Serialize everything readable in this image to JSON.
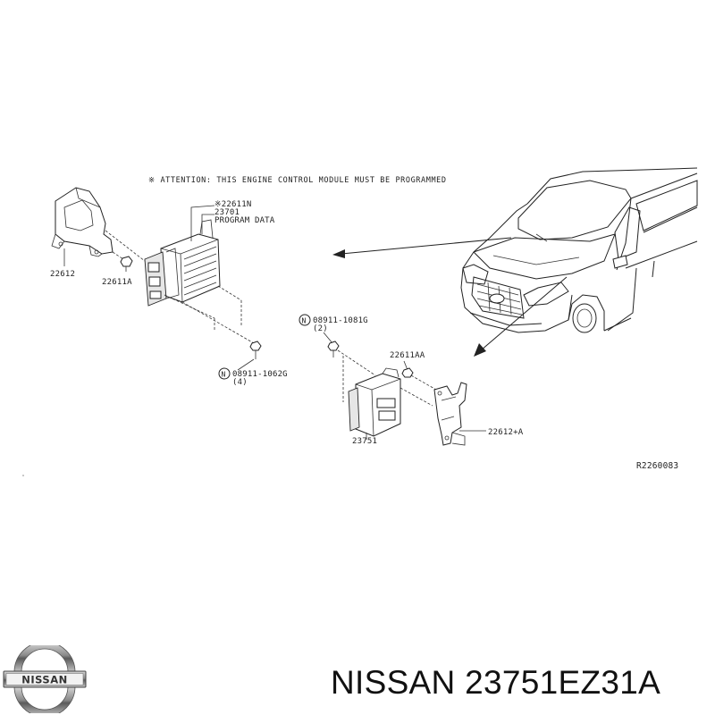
{
  "diagram": {
    "attention_note": "※ ATTENTION: THIS ENGINE CONTROL MODULE MUST BE PROGRAMMED",
    "labels": {
      "part_22612": "22612",
      "part_22611A": "22611A",
      "part_22611N": "※22611N",
      "part_23701": "23701",
      "program_data": "PROGRAM DATA",
      "bolt_1062g_symbol": "N",
      "bolt_1062g": "08911-1062G",
      "bolt_1062g_qty": "(4)",
      "bolt_1081g_symbol": "N",
      "bolt_1081g": "08911-1081G",
      "bolt_1081g_qty": "(2)",
      "part_22611AA": "22611AA",
      "part_23751": "23751",
      "part_22612A": "22612+A",
      "ref_code": "R2260083"
    }
  },
  "brand": {
    "logo_text": "NISSAN",
    "title": "NISSAN 23751EZ31A"
  }
}
